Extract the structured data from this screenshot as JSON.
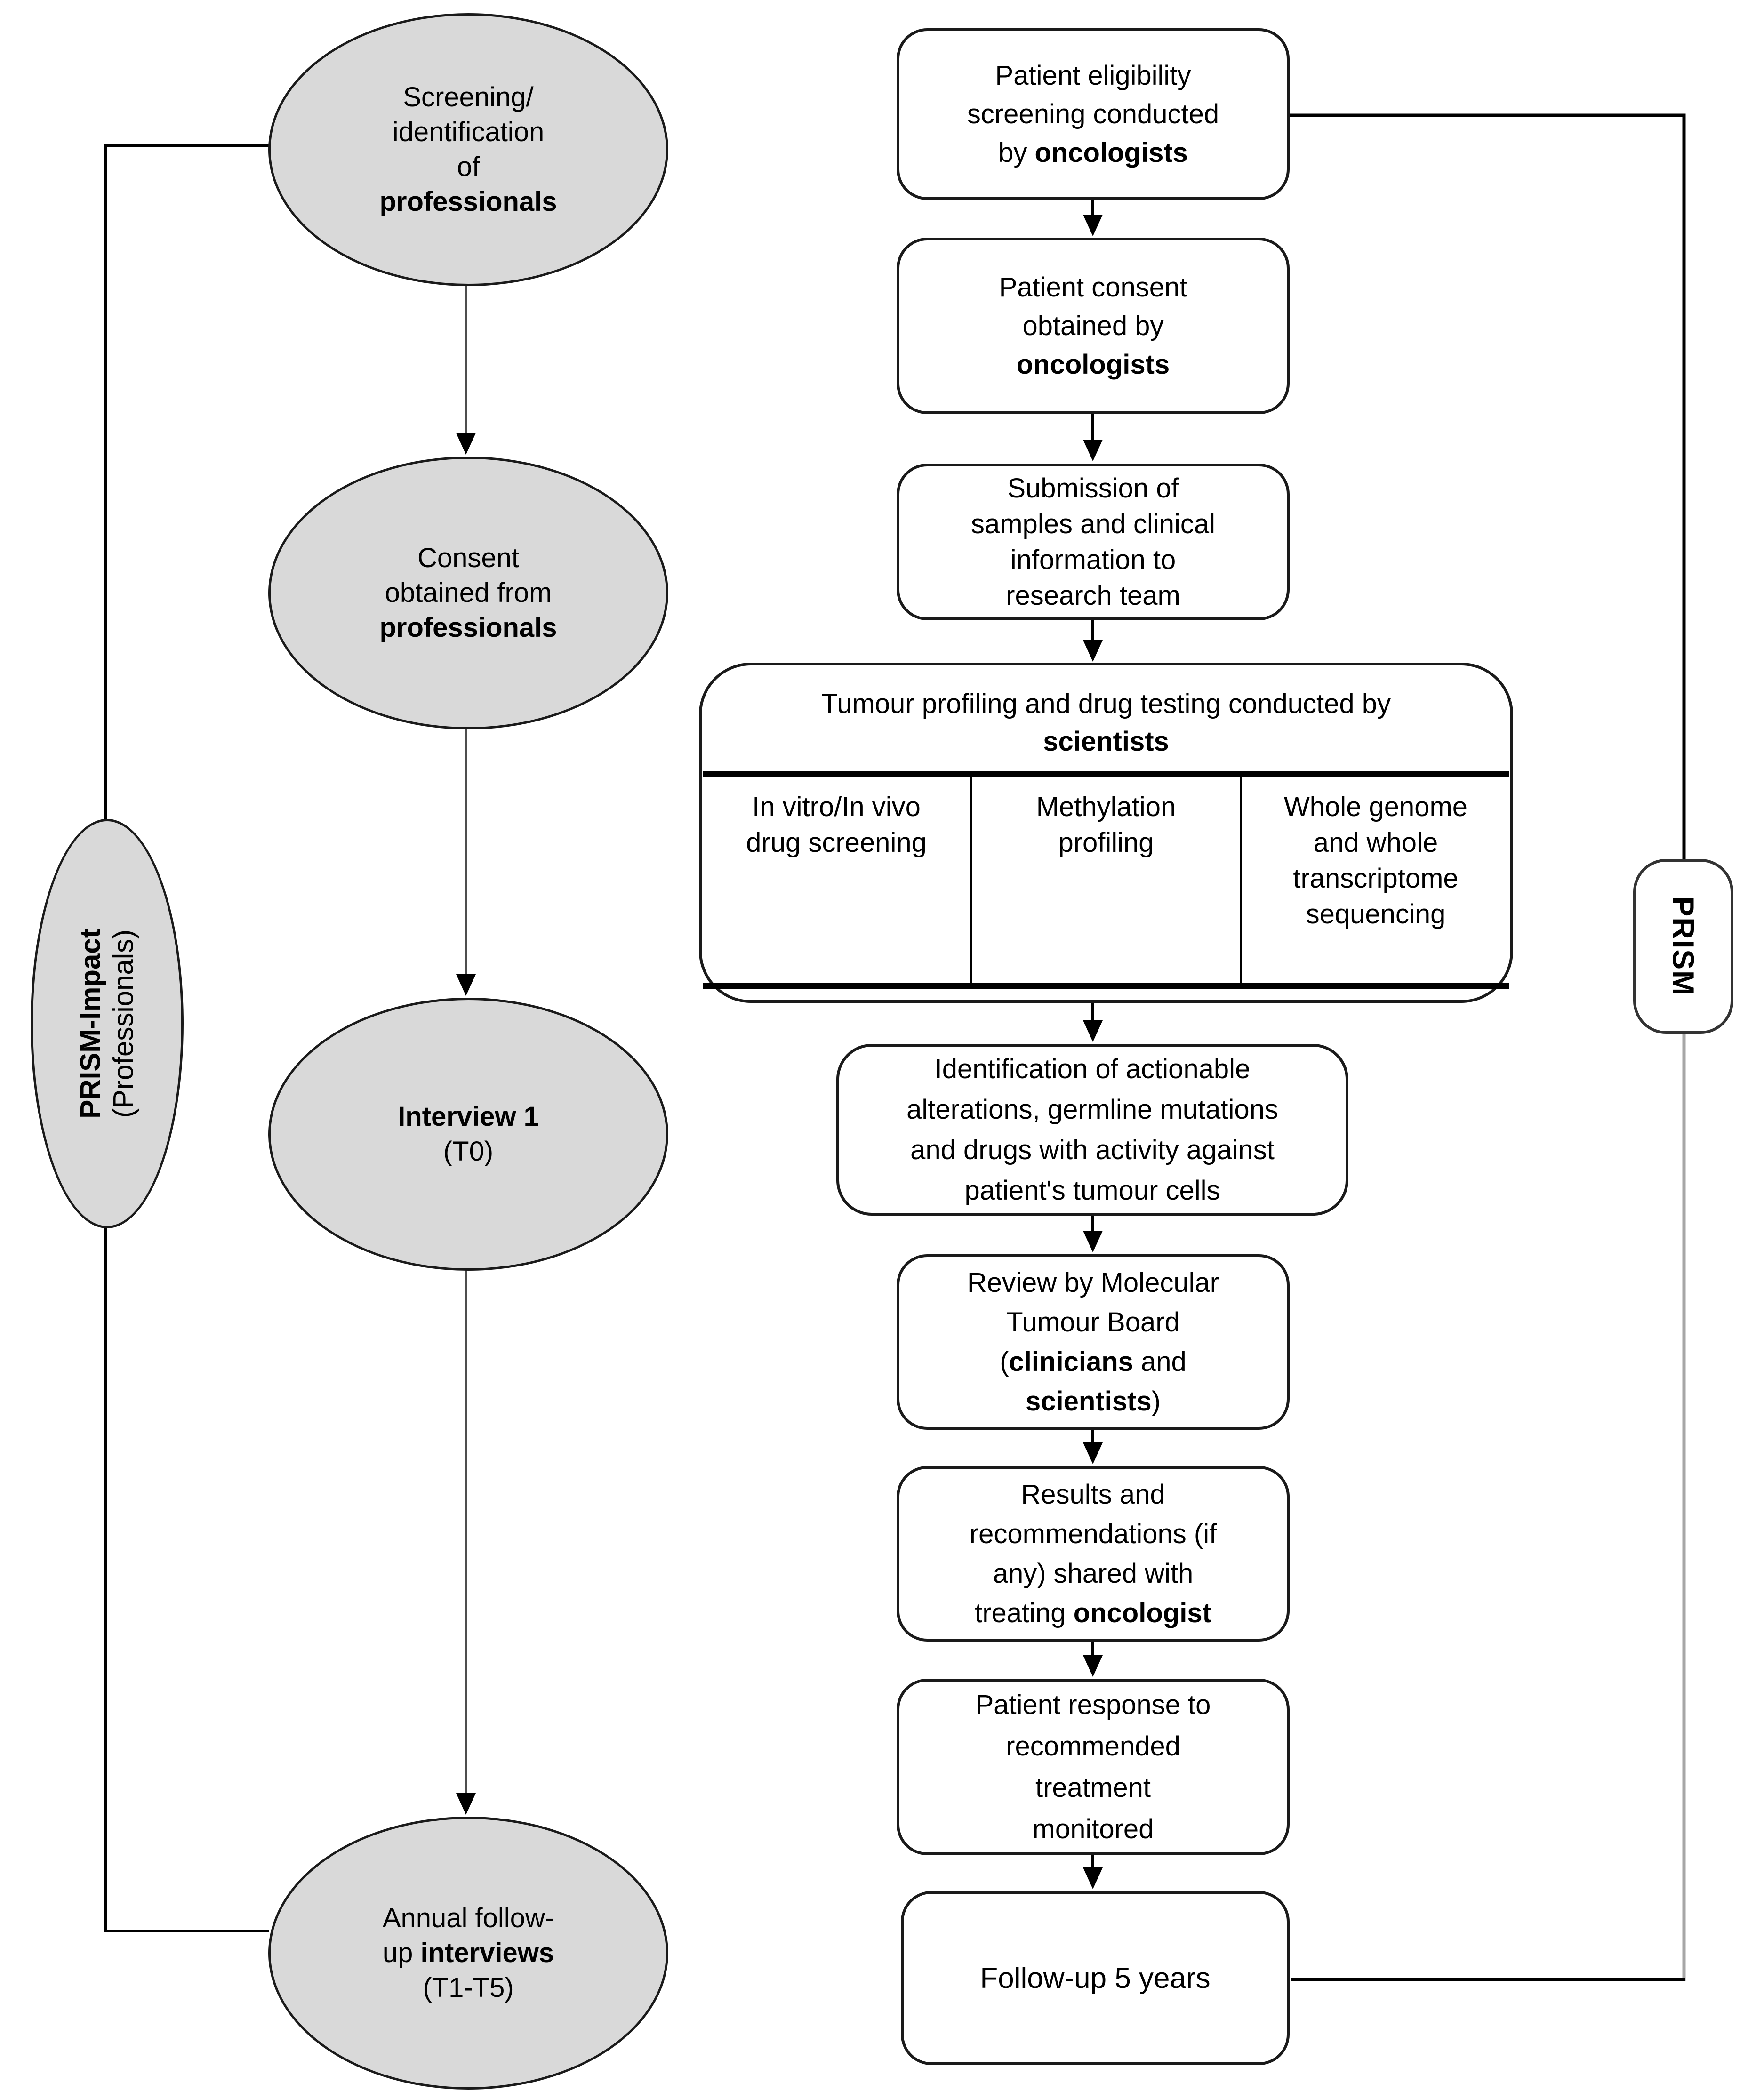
{
  "colors": {
    "ellipse_fill": "#d9d9d9",
    "box_fill": "#ffffff",
    "line": "#000000",
    "gray_line": "#a6a6a6"
  },
  "left_track": {
    "bracket_label": {
      "line1": "PRISM-Impact",
      "line2": "(Professionals)"
    },
    "screening": {
      "l1": "Screening/",
      "l2": "identification",
      "l3": "of",
      "l4_bold": "professionals"
    },
    "consent": {
      "l1": "Consent",
      "l2": "obtained from",
      "l3_bold": "professionals"
    },
    "interview1": {
      "l1_bold": "Interview 1",
      "l2": "(T0)"
    },
    "annual": {
      "l1": "Annual follow-",
      "l2a": "up ",
      "l2b_bold": "interviews",
      "l3": "(T1-T5)"
    }
  },
  "right_track": {
    "bracket_label": "PRISM",
    "eligibility": {
      "l1": "Patient eligibility",
      "l2": "screening conducted",
      "l3a": "by ",
      "l3b_bold": "oncologists"
    },
    "consent": {
      "l1": "Patient consent",
      "l2": "obtained by",
      "l3_bold": "oncologists"
    },
    "submission": {
      "l1": "Submission of",
      "l2": "samples and clinical",
      "l3": "information to",
      "l4": "research team"
    },
    "profiling": {
      "title1": "Tumour profiling and drug testing conducted by",
      "title2_bold": "scientists",
      "columns": [
        {
          "l1": "In vitro/In vivo",
          "l2": "drug screening",
          "l3": "",
          "l4": ""
        },
        {
          "l1": "Methylation",
          "l2": "profiling",
          "l3": "",
          "l4": ""
        },
        {
          "l1": "Whole genome",
          "l2": "and whole",
          "l3": "transcriptome",
          "l4": "sequencing"
        }
      ]
    },
    "identification": {
      "l1": "Identification of actionable",
      "l2": "alterations, germline mutations",
      "l3": "and drugs with activity against",
      "l4": "patient's tumour cells"
    },
    "mtb": {
      "l1": "Review by Molecular",
      "l2": "Tumour Board",
      "l3a": "(",
      "l3b_bold": "clinicians",
      "l3c": " and",
      "l4a_bold": "scientists",
      "l4b": ")"
    },
    "results": {
      "l1": "Results and",
      "l2": "recommendations (if",
      "l3": "any) shared with",
      "l4a": "treating ",
      "l4b_bold": "oncologist"
    },
    "response": {
      "l1": "Patient response to",
      "l2": "recommended",
      "l3": "treatment",
      "l4": "monitored"
    },
    "followup": {
      "l1": "Follow-up 5 years"
    }
  }
}
